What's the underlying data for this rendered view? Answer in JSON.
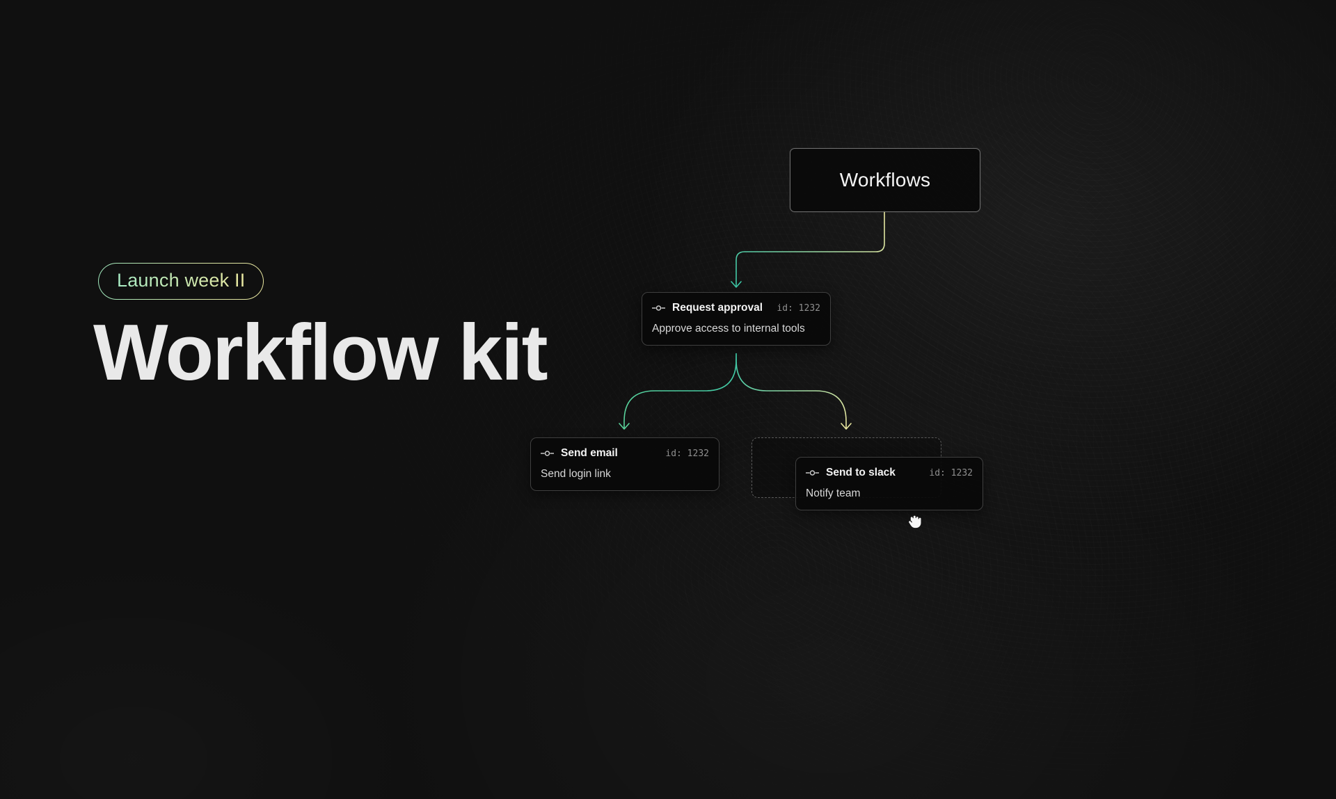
{
  "colors": {
    "background": "#101010",
    "accent_teal": "#3ec9a7",
    "accent_green": "#5bd39b",
    "accent_yellow": "#e9e7a0",
    "card_border": "#3f3f3f"
  },
  "hero": {
    "badge_label": "Launch week II",
    "title": "Workflow kit"
  },
  "diagram": {
    "root_label": "Workflows",
    "nodes": [
      {
        "title": "Request approval",
        "id_text": "id: 1232",
        "description": "Approve access to internal tools"
      },
      {
        "title": "Send email",
        "id_text": "id: 1232",
        "description": "Send login link"
      },
      {
        "title": "Send to slack",
        "id_text": "id: 1232",
        "description": "Notify team"
      }
    ],
    "cursor": "grabbing-hand-cursor"
  }
}
